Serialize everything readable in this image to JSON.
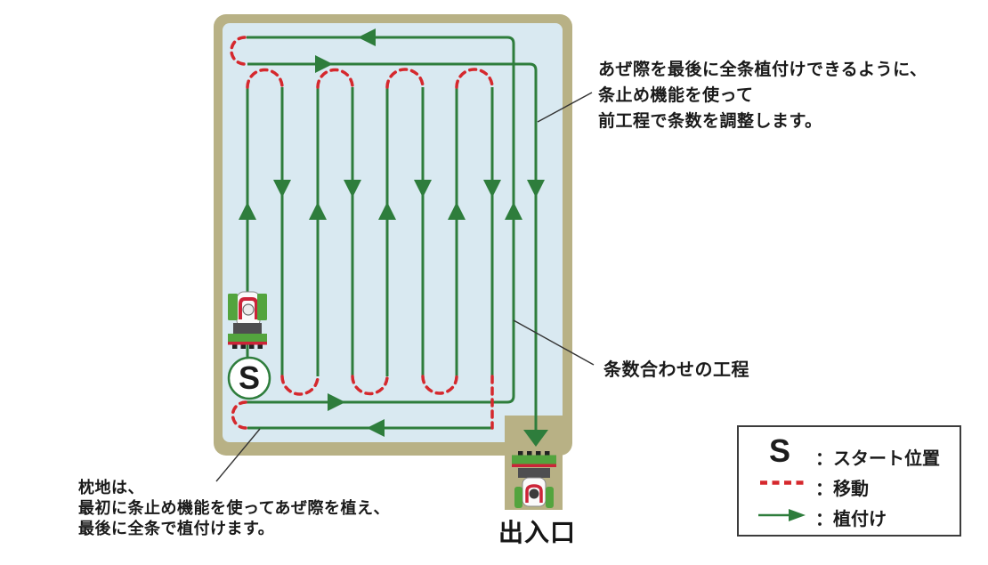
{
  "colors": {
    "field_border": "#b8b185",
    "field_fill": "#d9e9f1",
    "planting_green": "#2e7d3c",
    "movement_red": "#d5282d",
    "machine_green": "#53a43e",
    "machine_red": "#cc2438",
    "machine_gray": "#4e4e50",
    "leader_line": "#333333",
    "legend_border": "#3c3c3c",
    "text_color": "#1a1a1a"
  },
  "field": {
    "start_symbol": "S",
    "exit_label": "出入口",
    "planting_passes": 10,
    "pattern": "serpentine"
  },
  "annotations": {
    "top_right": {
      "lines": [
        "あぜ際を最後に全条植付けできるように、",
        "条止め機能を使って",
        "前工程で条数を調整します。"
      ]
    },
    "mid_right": {
      "text": "条数合わせの工程"
    },
    "bottom_left": {
      "lines": [
        "枕地は、",
        "最初に条止め機能を使ってあぜ際を植え、",
        "最後に全条で植付けます。"
      ]
    }
  },
  "legend": {
    "items": [
      {
        "symbol": "S",
        "label": "：スタート位置"
      },
      {
        "symbol": "dashed-line",
        "label": "：移動"
      },
      {
        "symbol": "green-arrow",
        "label": "：植付け"
      }
    ]
  }
}
